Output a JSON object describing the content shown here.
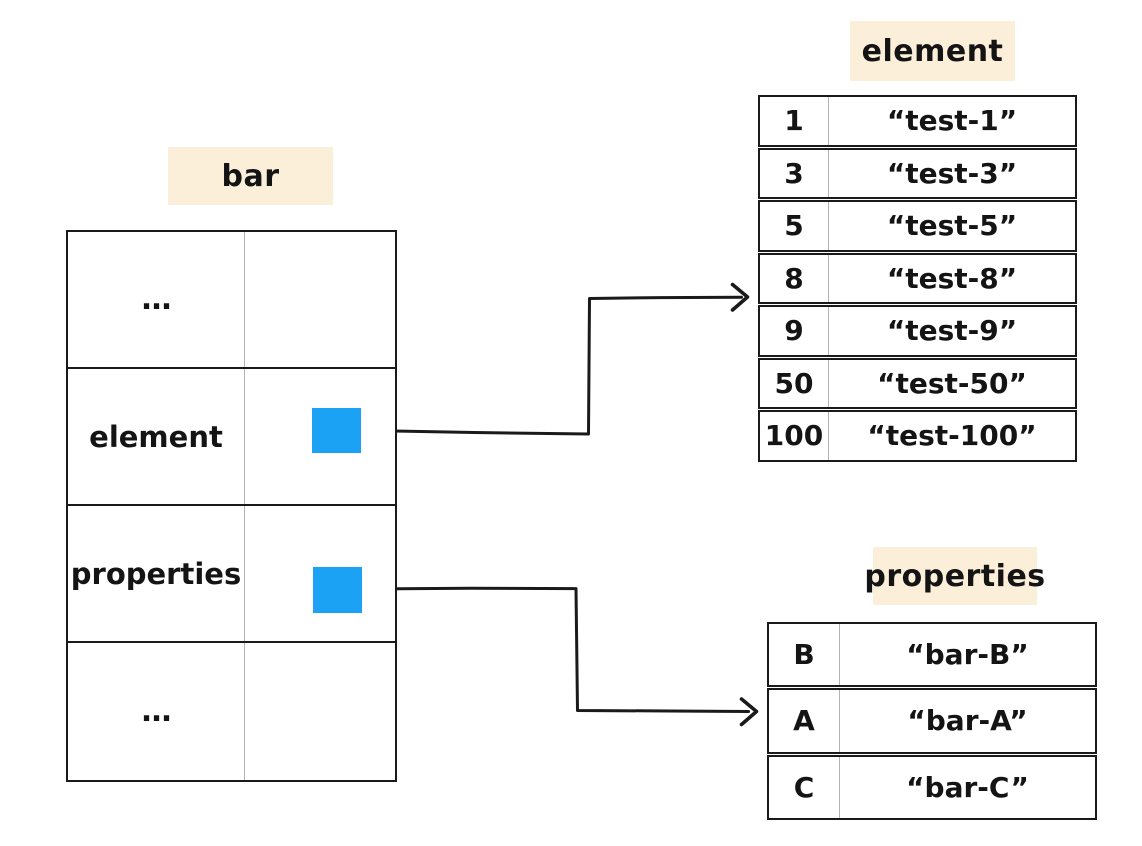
{
  "colors": {
    "pointer_blue": "#1CA2F5",
    "badge_cream": "#FBEFD9",
    "ink": "#1a1a1a"
  },
  "bar": {
    "title": "bar",
    "rows": [
      {
        "label": "…"
      },
      {
        "label": "element"
      },
      {
        "label": "properties"
      },
      {
        "label": "…"
      }
    ]
  },
  "element_table": {
    "title": "element",
    "rows": [
      {
        "key": "1",
        "value": "“test-1”"
      },
      {
        "key": "3",
        "value": "“test-3”"
      },
      {
        "key": "5",
        "value": "“test-5”"
      },
      {
        "key": "8",
        "value": "“test-8”"
      },
      {
        "key": "9",
        "value": "“test-9”"
      },
      {
        "key": "50",
        "value": "“test-50”"
      },
      {
        "key": "100",
        "value": "“test-100”"
      }
    ]
  },
  "properties_table": {
    "title": "properties",
    "rows": [
      {
        "key": "B",
        "value": "“bar-B”"
      },
      {
        "key": "A",
        "value": "“bar-A”"
      },
      {
        "key": "C",
        "value": "“bar-C”"
      }
    ]
  }
}
